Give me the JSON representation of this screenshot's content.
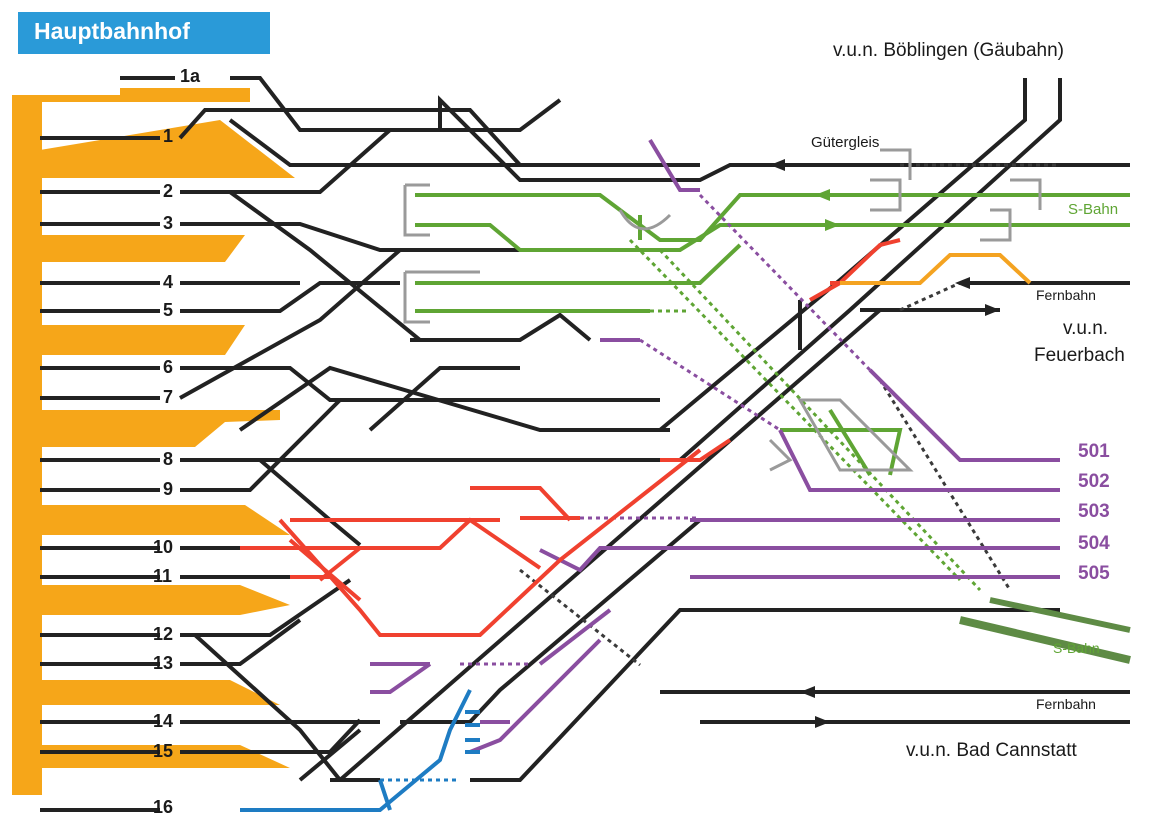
{
  "title": "Hauptbahnhof",
  "colors": {
    "platform": "#f6a619",
    "track": "#222222",
    "green": "#5fa534",
    "purple": "#8a4ea0",
    "red": "#f0412f",
    "orange": "#f4a321",
    "blue": "#1e7cc3",
    "gray": "#9a9a9a",
    "header": "#2a9ad8"
  },
  "platform_tracks": [
    "1a",
    "1",
    "2",
    "3",
    "4",
    "5",
    "6",
    "7",
    "8",
    "9",
    "10",
    "11",
    "12",
    "13",
    "14",
    "15",
    "16"
  ],
  "destinations": {
    "boeblingen": "v.u.n. Böblingen (Gäubahn)",
    "guetergleis": "Gütergleis",
    "sbahn_top": "S-Bahn",
    "fernbahn_top": "Fernbahn",
    "feuerbach_1": "v.u.n.",
    "feuerbach_2": "Feuerbach",
    "sbahn_bottom": "S-Bahn",
    "fernbahn_bottom": "Fernbahn",
    "bad_cannstatt": "v.u.n. Bad Cannstatt"
  },
  "purple_tracks": [
    "501",
    "502",
    "503",
    "504",
    "505"
  ]
}
